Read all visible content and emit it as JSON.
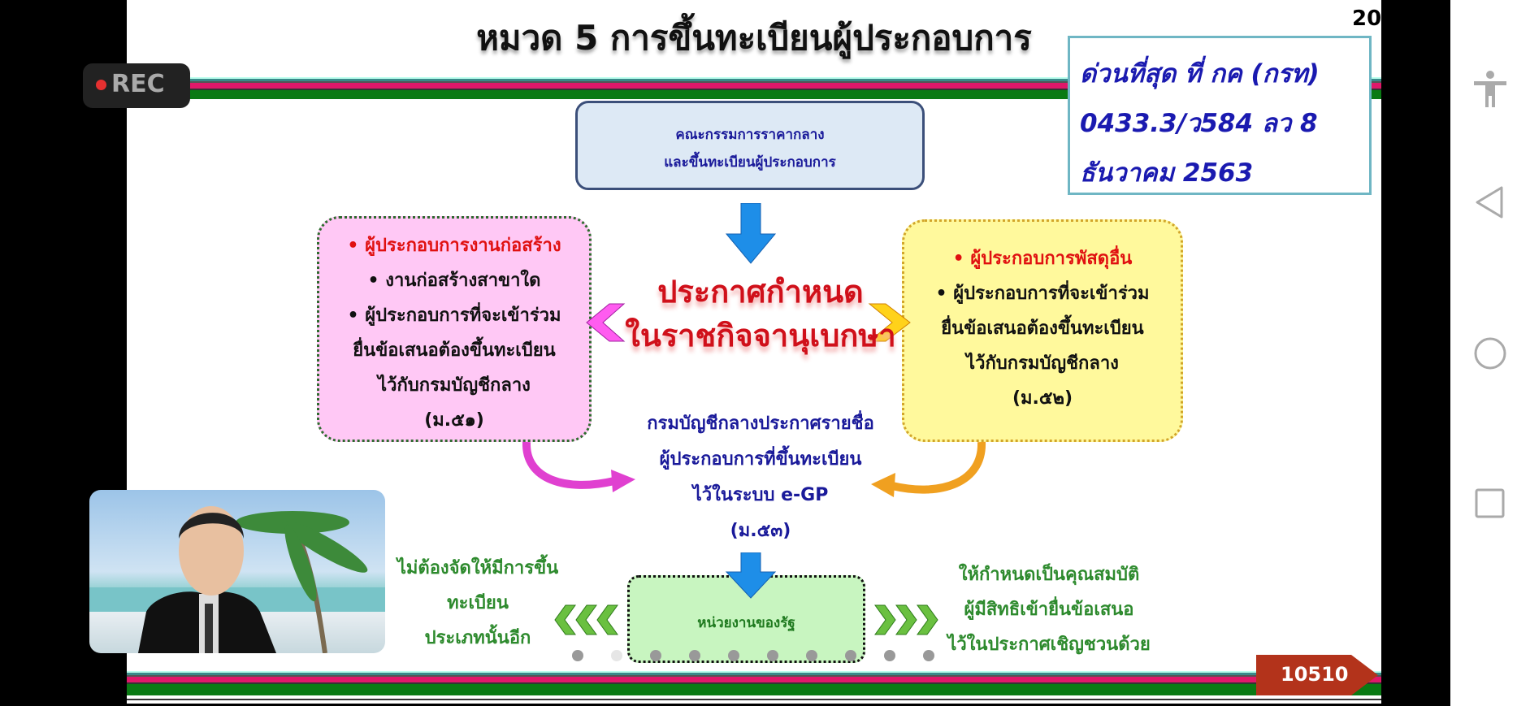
{
  "slide": {
    "title": "หมวด 5  การขึ้นทะเบียนผู้ประกอบการ",
    "page_number": "20",
    "reference_box": [
      "ด่วนที่สุด ที่ กค (กรท)",
      "0433.3/ว584  ลว 8",
      "ธันวาคม 2563"
    ],
    "top_box": [
      "คณะกรรมการราคากลาง",
      "และขึ้นทะเบียนผู้ประกอบการ"
    ],
    "center_announcement": [
      "ประกาศกำหนด",
      "ในราชกิจจานุเบกษา"
    ],
    "left_box": {
      "heading": "• ผู้ประกอบการงานก่อสร้าง",
      "lines": [
        "• งานก่อสร้างสาขาใด",
        "• ผู้ประกอบการที่จะเข้าร่วม",
        "ยื่นข้อเสนอต้องขึ้นทะเบียน",
        "ไว้กับกรมบัญชีกลาง",
        "(ม.๕๑)"
      ]
    },
    "right_box": {
      "heading": "• ผู้ประกอบการพัสดุอื่น",
      "lines": [
        "• ผู้ประกอบการที่จะเข้าร่วม",
        "ยื่นข้อเสนอต้องขึ้นทะเบียน",
        "ไว้กับกรมบัญชีกลาง",
        "(ม.๕๒)"
      ]
    },
    "registry_text": [
      "กรมบัญชีกลางประกาศรายชื่อ",
      "ผู้ประกอบการที่ขึ้นทะเบียน",
      "ไว้ในระบบ e-GP",
      "(ม.๕๓)"
    ],
    "agency_box": "หน่วยงานของรัฐ",
    "left_note": [
      "ไม่ต้องจัดให้มีการขึ้น",
      "ทะเบียน",
      "ประเภทนั้นอีก"
    ],
    "right_note": [
      "ให้กำหนดเป็นคุณสมบัติ",
      "ผู้มีสิทธิเข้ายื่นข้อเสนอ",
      "ไว้ในประกาศเชิญชวนด้วย"
    ],
    "slide_code": "10510"
  },
  "recording": {
    "label": "REC"
  },
  "colors": {
    "pink": "#e0186a",
    "green": "#0a7a14",
    "teal": "#3a8a8a",
    "badge": "#b3331b"
  }
}
